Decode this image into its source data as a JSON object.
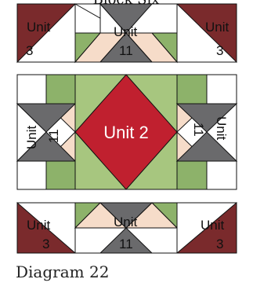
{
  "title": "Block Six",
  "caption": "Diagram 22",
  "labels": {
    "unit": "Unit",
    "unit2": "Unit 2",
    "num3": "3",
    "num11": "11"
  },
  "colors": {
    "red": "#c0202f",
    "maroon": "#7a2a2c",
    "gray": "#6a6a6c",
    "green": "#8db26a",
    "light_green": "#a7c67f",
    "peach": "#f6dcc9",
    "white": "#ffffff",
    "outline": "#111111"
  }
}
